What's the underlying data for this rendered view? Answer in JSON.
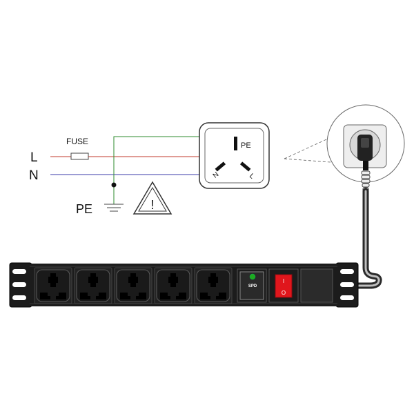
{
  "labels": {
    "line": "L",
    "neutral": "N",
    "protective_earth": "PE",
    "fuse": "FUSE",
    "socket_pe": "PE",
    "socket_neutral": "N",
    "socket_line": "L",
    "surge_module": "SPD",
    "warning_mark": "!",
    "switch_on": "I",
    "switch_off": "O"
  },
  "strip": {
    "outlet_count": 5,
    "modules": [
      "outlet",
      "outlet",
      "outlet",
      "outlet",
      "outlet",
      "spd",
      "switch",
      "blank"
    ]
  },
  "colors": {
    "line_wire": "#c0392b",
    "neutral_wire": "#3a3aa8",
    "earth_wire": "#2e8b2e",
    "strip_body": "#1c1c1c",
    "switch": "#e0161c",
    "spd_indicator": "#1faa1f"
  }
}
